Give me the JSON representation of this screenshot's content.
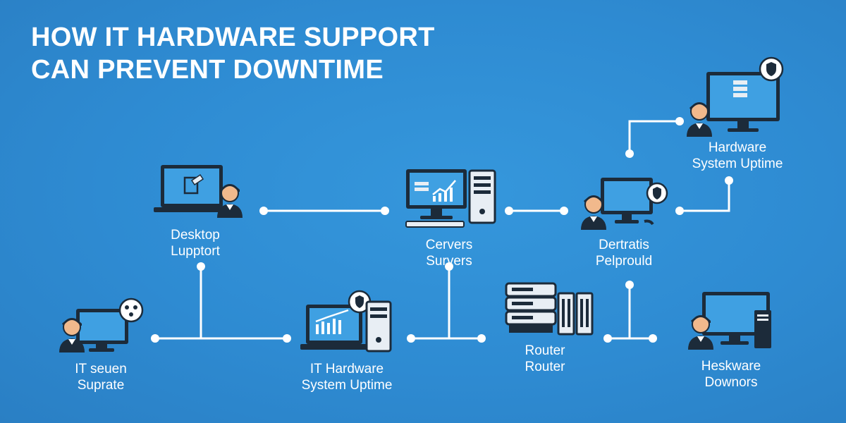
{
  "title": {
    "line1": "HOW IT HARDWARE SUPPORT",
    "line2": "CAN PREVENT DOWNTIME"
  },
  "nodes": {
    "desktop": {
      "line1": "Desktop",
      "line2": "Lupptort"
    },
    "servers": {
      "line1": "Cervers",
      "line2": "Survers"
    },
    "dertratis": {
      "line1": "Dertratis",
      "line2": "Pelproul​d"
    },
    "hw_top": {
      "line1": "Hardware",
      "line2": "System Uptime"
    },
    "it_seuen": {
      "line1": "IT seuen",
      "line2": "Suprate"
    },
    "it_hw": {
      "line1": "IT Hardware",
      "line2": "System Uptime"
    },
    "router": {
      "line1": "Router",
      "line2": "Router"
    },
    "heskware": {
      "line1": "Heskware",
      "line2": "Downors"
    }
  },
  "colors": {
    "background": "#2f8fd6",
    "screen": "#3fa0e2",
    "dark": "#1c2b3a",
    "line": "#ffffff"
  }
}
